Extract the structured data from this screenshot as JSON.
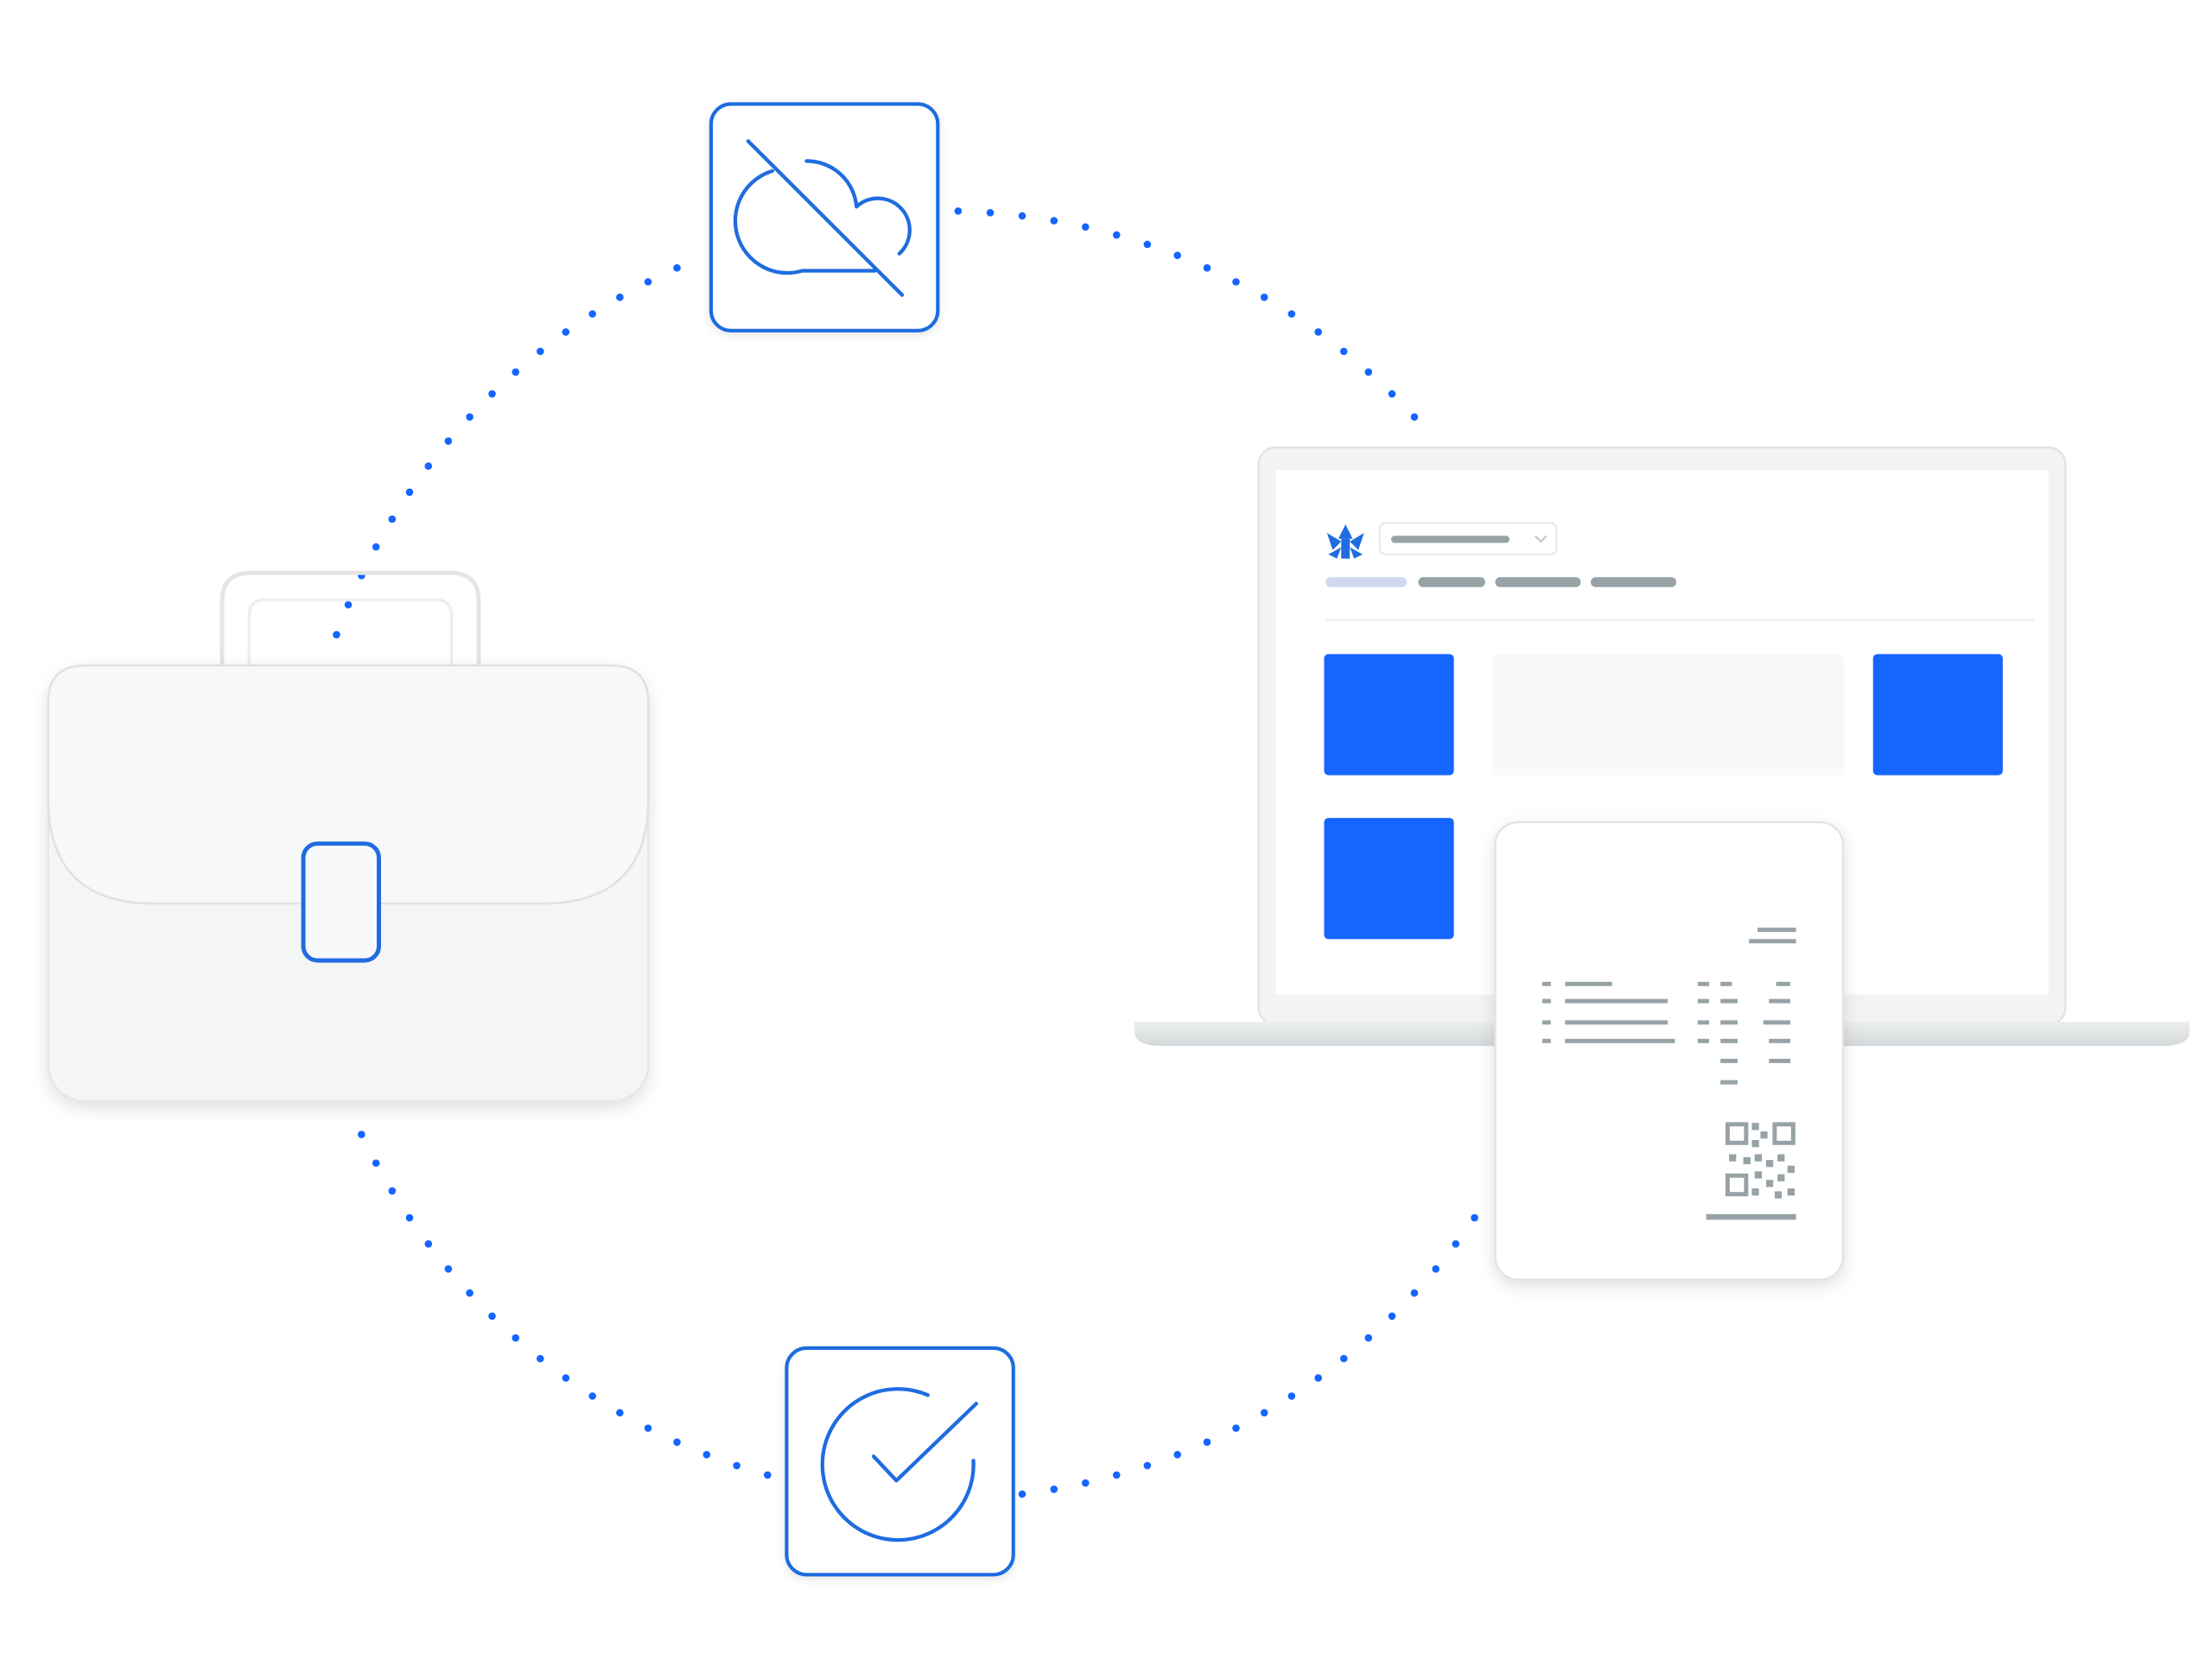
{
  "illustration": {
    "colors": {
      "accent": "#1565ff",
      "icon_stroke": "#1f6ce0",
      "device_gray": "#f2f3f3",
      "device_border": "#e1e3e4",
      "bar_gray": "#97a2a6",
      "bar_highlight": "#d0d8f0",
      "panel_light": "#f8f9fa",
      "white": "#ffffff"
    },
    "nodes": [
      {
        "id": "cloud-off",
        "icon": "cloud-off-icon"
      },
      {
        "id": "laptop",
        "icon": "laptop-icon"
      },
      {
        "id": "receipt",
        "icon": "receipt-icon"
      },
      {
        "id": "checkmark",
        "icon": "check-circle-icon"
      },
      {
        "id": "briefcase",
        "icon": "briefcase-icon"
      }
    ],
    "connector": {
      "style": "dotted-circle"
    },
    "app_screen": {
      "logo_icon": "teledyne-logo-icon",
      "dropdown_icon": "chevron-down-icon",
      "nav_tabs": 4,
      "tiles": 3
    },
    "receipt": {
      "qr_icon": "qr-code-icon"
    }
  }
}
